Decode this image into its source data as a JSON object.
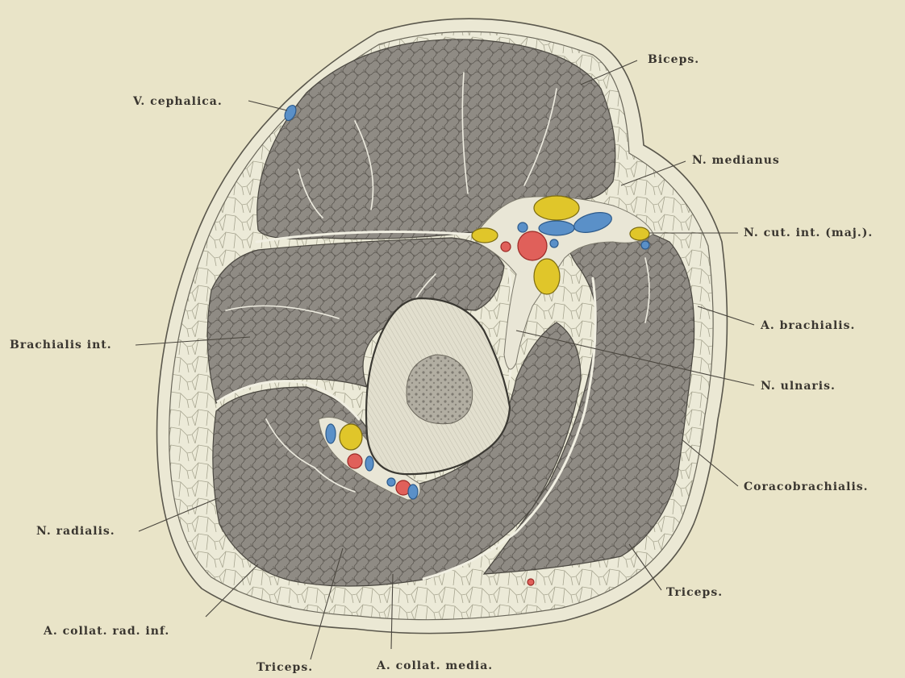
{
  "labels": {
    "biceps": "Biceps.",
    "v_cephalica": "V. cephalica.",
    "n_medianus": "N. medianus",
    "n_cut_int": "N. cut. int. (maj.).",
    "a_brachialis": "A. brachialis.",
    "brachialis_int": "Brachialis int.",
    "n_ulnaris": "N. ulnaris.",
    "coracobrachialis": "Coracobrachialis.",
    "n_radialis": "N. radialis.",
    "triceps_right": "Triceps.",
    "a_collat_rad_inf": "A. collat. rad. inf.",
    "triceps_bottom": "Triceps.",
    "a_collat_media": "A. collat. media."
  },
  "colors": {
    "background": "#e9e4c8",
    "nerve": "#e0c62a",
    "vein": "#5a90c8",
    "artery": "#e0605a"
  }
}
